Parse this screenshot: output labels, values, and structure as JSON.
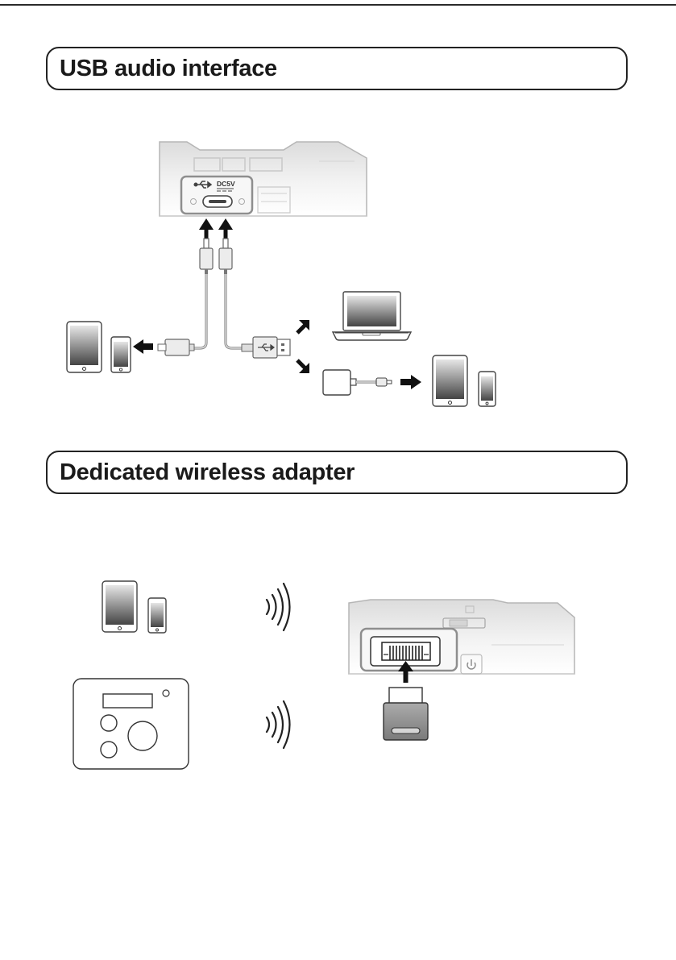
{
  "sections": {
    "usb": {
      "title": "USB audio interface",
      "port_label": "DC5V"
    },
    "wireless": {
      "title": "Dedicated wireless adapter"
    }
  },
  "icons": [
    "usb-icon",
    "power-icon",
    "wireless-signal-icon",
    "arrow-icon",
    "tablet-icon",
    "smartphone-icon",
    "laptop-icon",
    "camera-adapter-icon",
    "remote-controller-icon",
    "wireless-adapter-icon"
  ]
}
